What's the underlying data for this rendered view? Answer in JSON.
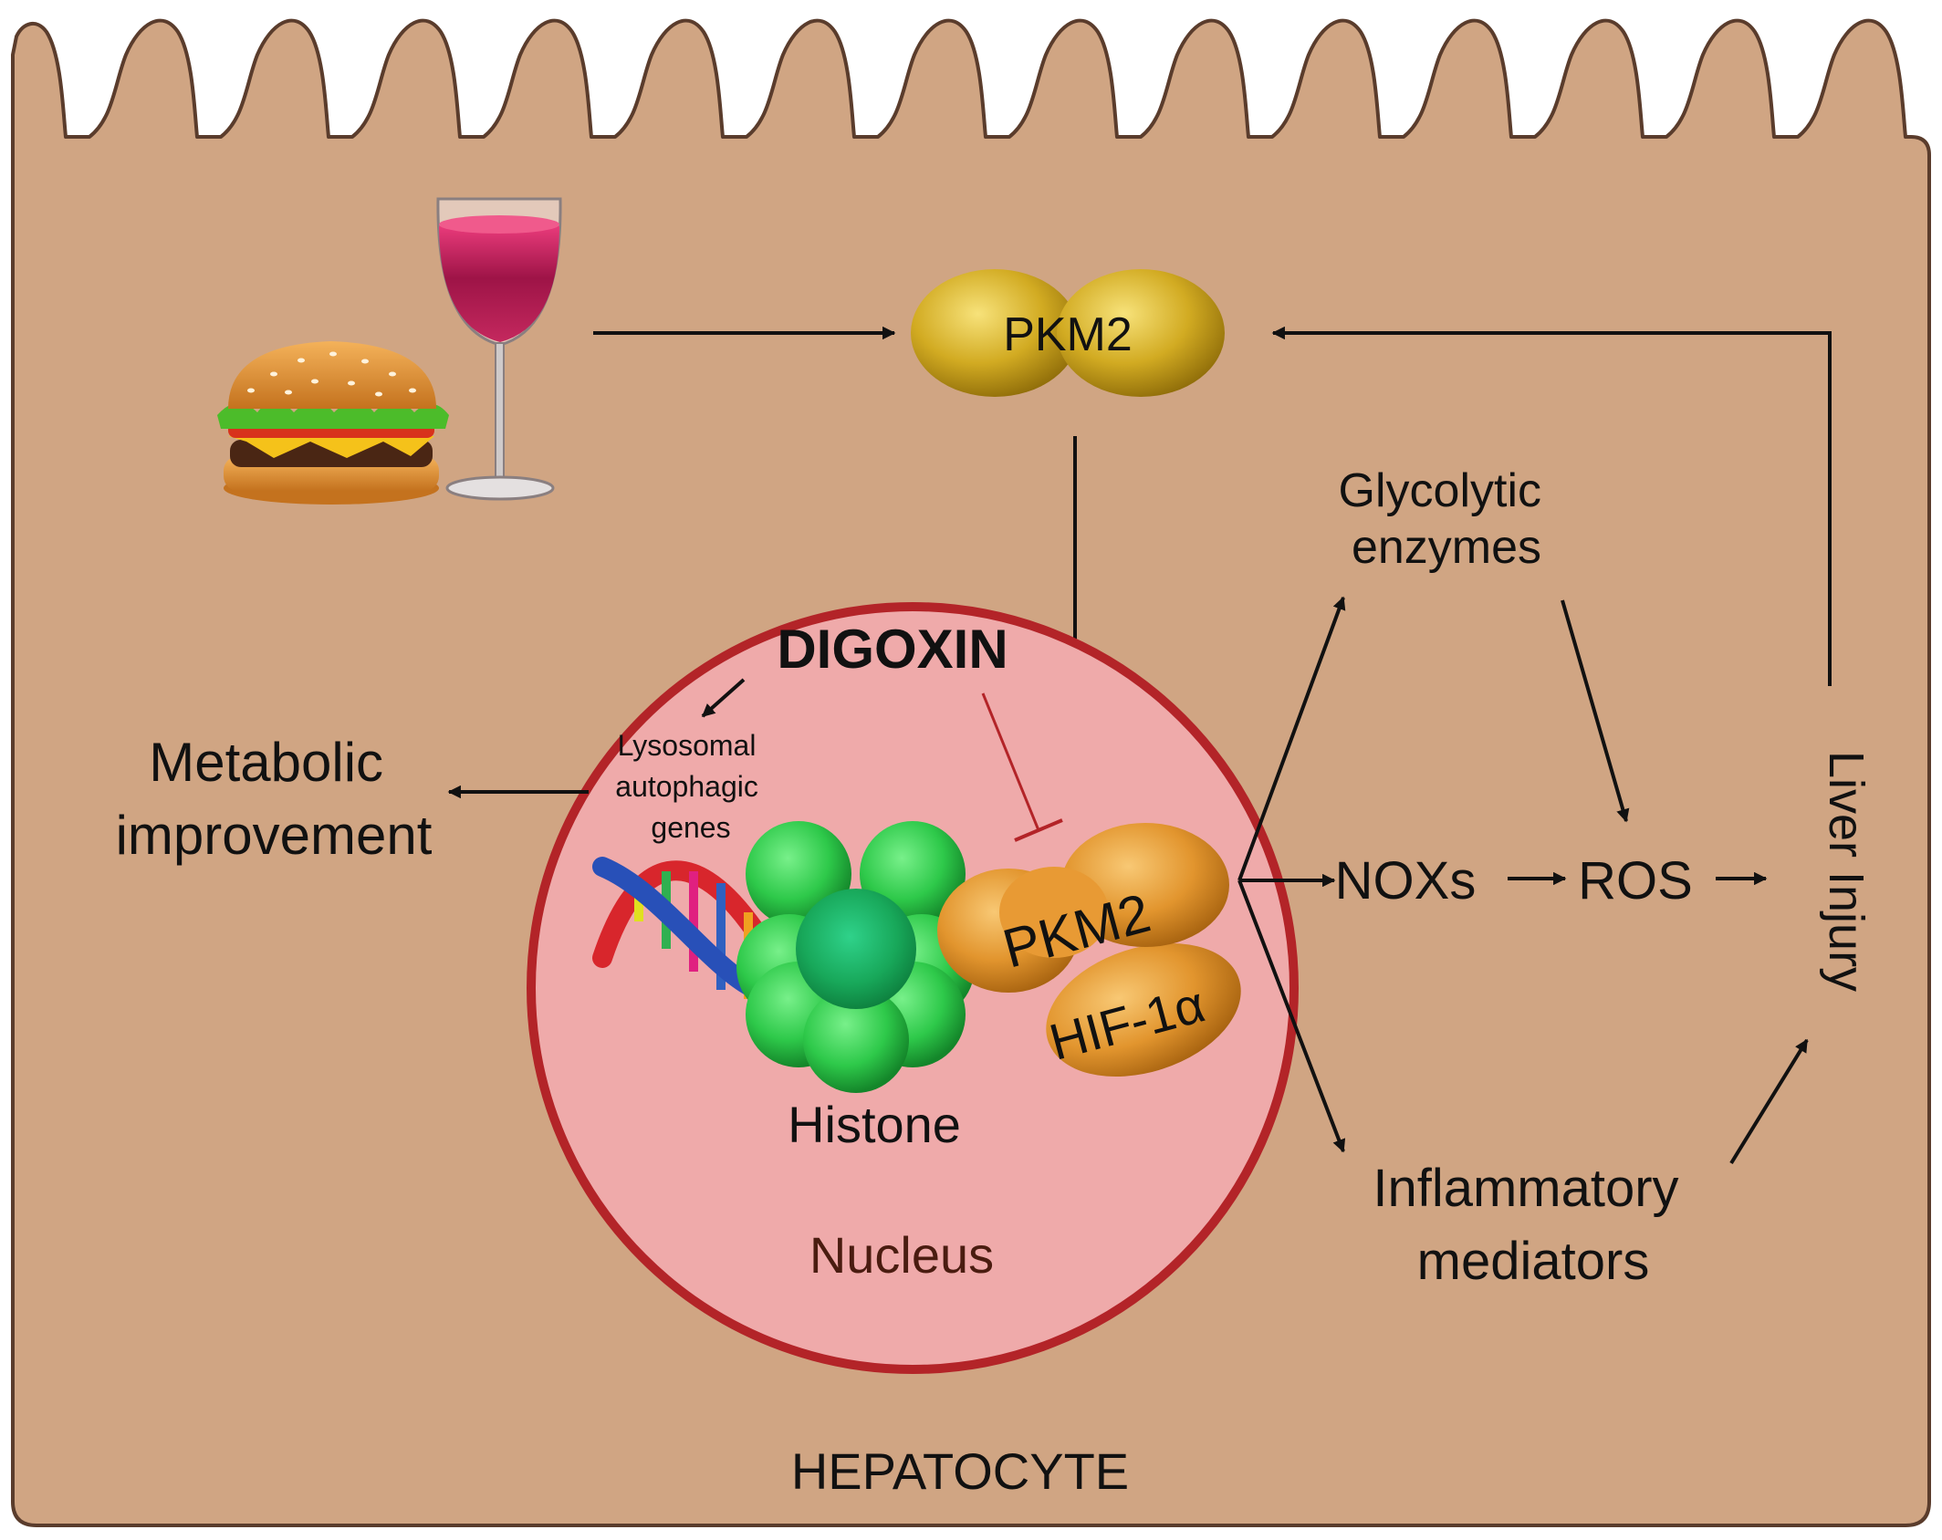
{
  "labels": {
    "cytoplasm_pkm2": "PKM2",
    "digoxin": "DIGOXIN",
    "lysosomal_genes": [
      "Lysosomal",
      "autophagic",
      "genes"
    ],
    "metabolic_improvement": [
      "Metabolic",
      "improvement"
    ],
    "nuclear_pkm2": "PKM2",
    "hif1a": "HIF-1α",
    "histone": "Histone",
    "nucleus": "Nucleus",
    "glycolytic_enzymes": [
      "Glycolytic",
      "enzymes"
    ],
    "noxs": "NOXs",
    "ros": "ROS",
    "inflammatory_mediators": [
      "Inflammatory",
      "mediators"
    ],
    "liver_injury": "Liver Injury",
    "hepatocyte": "HEPATOCYTE"
  },
  "icons": {
    "food": "burger-icon",
    "drink": "wine-glass-icon",
    "dna": "dna-helix-icon"
  },
  "colors": {
    "cell": "#d0a583",
    "cell_border": "#5a3c2c",
    "nucleus_fill": "#efaaaa",
    "nucleus_border": "#b32428",
    "pkm2_gold": "#c9a21a",
    "pkm2_orange": "#e2952e",
    "histone_green": "#2ec94a",
    "inhibition": "#b32428",
    "arrow": "#111111"
  }
}
